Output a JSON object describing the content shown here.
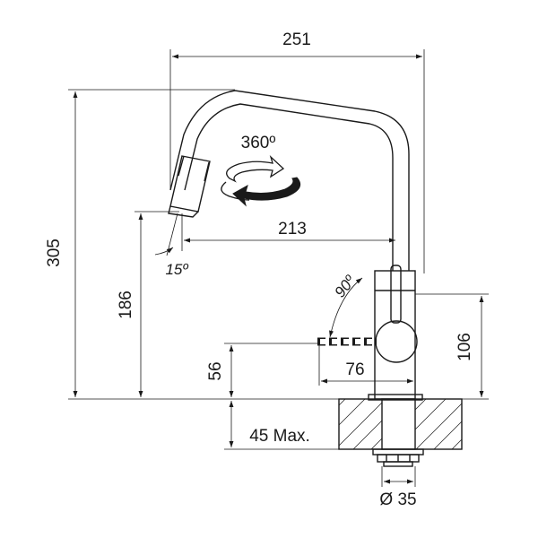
{
  "diagram": {
    "dimensions": {
      "total_width": "251",
      "total_height": "305",
      "spout_reach": "213",
      "spout_height": "186",
      "lever_length": "76",
      "lever_height": "56",
      "body_height": "106",
      "max_deck_thickness": "45 Max.",
      "base_diameter": "Ø 35"
    },
    "angles": {
      "swivel": "360º",
      "lever": "90º",
      "spray_tilt": "15º"
    },
    "colors": {
      "line": "#1a1a1a",
      "background": "#ffffff"
    }
  }
}
